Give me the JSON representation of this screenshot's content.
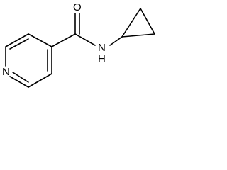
{
  "structure": {
    "atoms": {
      "oxygen": "O",
      "amide_nitrogen": "N",
      "amide_hydrogen": "H",
      "ring_nitrogen": "N"
    },
    "colors": {
      "line": "#000000",
      "background": "#ffffff"
    }
  }
}
